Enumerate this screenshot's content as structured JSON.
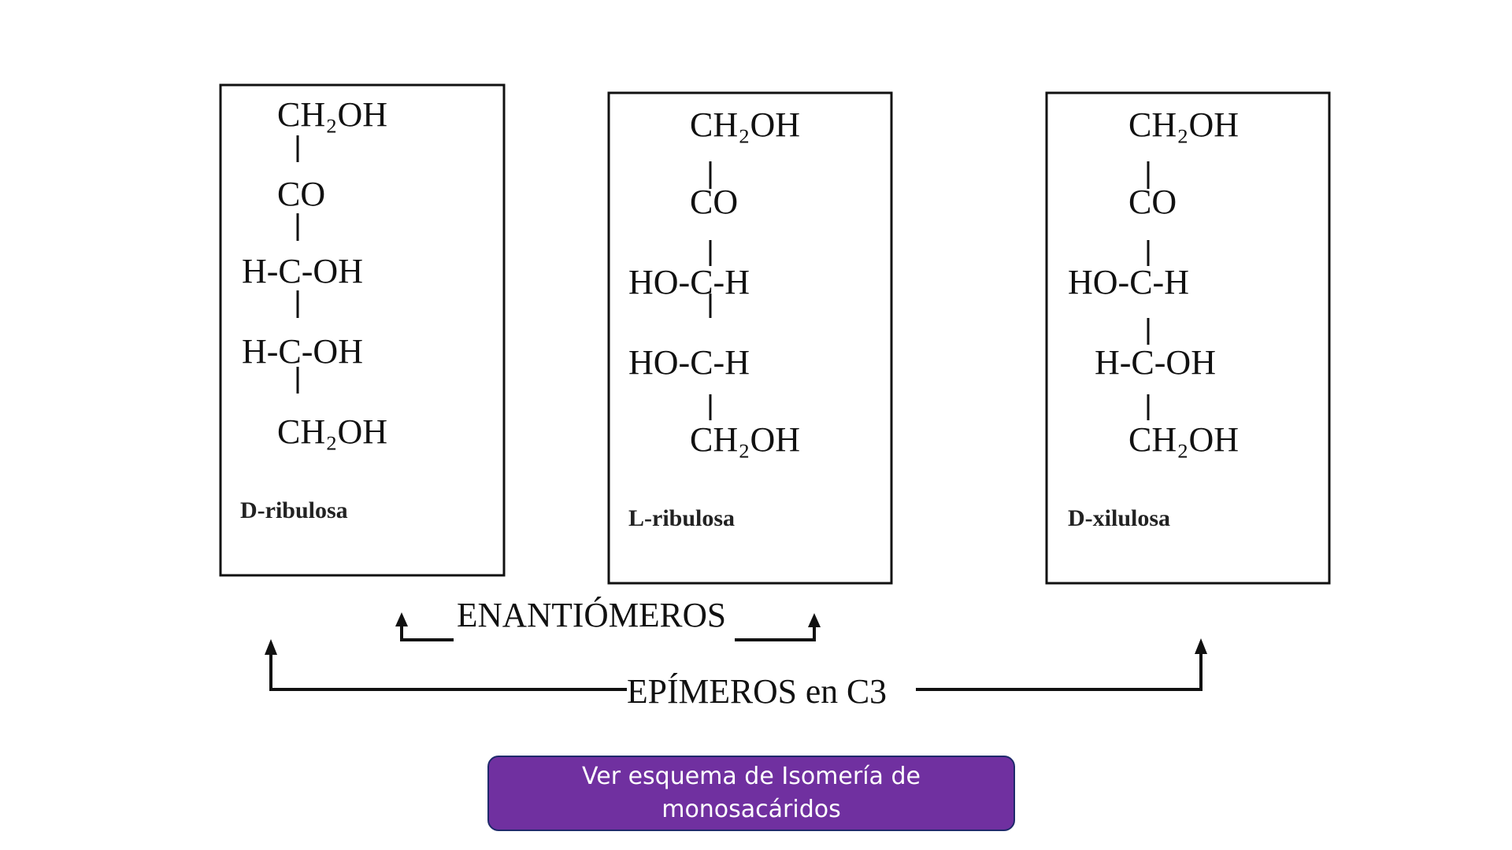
{
  "structures": [
    {
      "name": "D-ribulosa",
      "rows": [
        "CH₂OH",
        "CO",
        "H-C-OH",
        "H-C-OH",
        "CH₂OH"
      ]
    },
    {
      "name": "L-ribulosa",
      "rows": [
        "CH₂OH",
        "CO",
        "HO-C-H",
        "HO-C-H",
        "CH₂OH"
      ]
    },
    {
      "name": "D-xilulosa",
      "rows": [
        "CH₂OH",
        "CO",
        "HO-C-H",
        "H-C-OH",
        "CH₂OH"
      ]
    }
  ],
  "relations": {
    "enantiomers": "ENANTIÓMEROS",
    "epimers": "EPÍMEROS en C3"
  },
  "button": {
    "line1": "Ver esquema de Isomería de",
    "line2": "monosacáridos"
  },
  "colors": {
    "button": "#7030A0"
  }
}
